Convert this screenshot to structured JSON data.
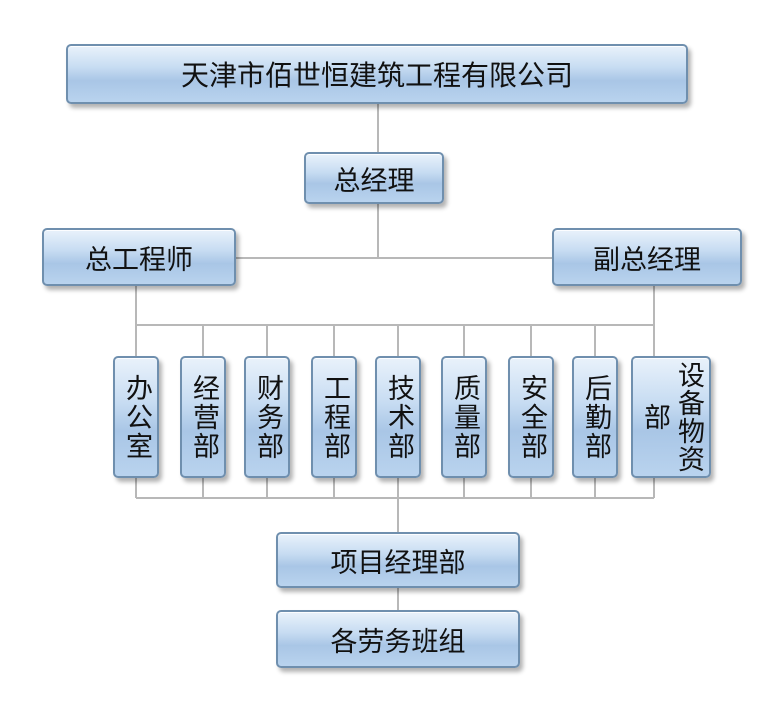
{
  "org": {
    "company": "天津市佰世恒建筑工程有限公司",
    "general_manager": "总经理",
    "chief_engineer": "总工程师",
    "deputy_gm": "副总经理",
    "departments": [
      "办公室",
      "经营部",
      "财务部",
      "工程部",
      "技术部",
      "质量部",
      "安全部",
      "后勤部",
      "设备物资部"
    ],
    "project_dept": "项目经理部",
    "teams": "各劳务班组"
  }
}
